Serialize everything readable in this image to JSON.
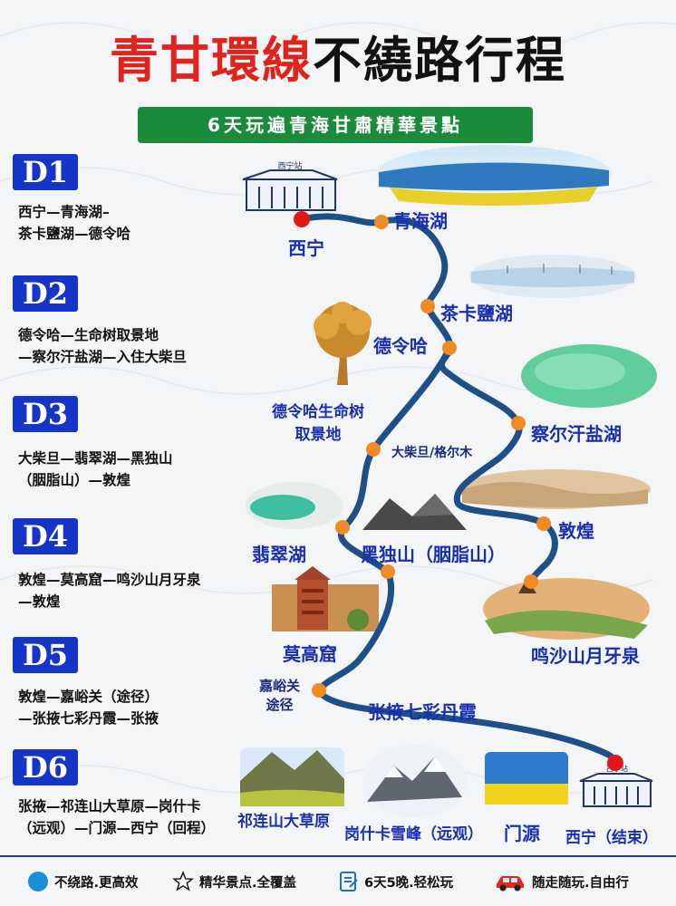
{
  "header": {
    "title_red": "青甘環線",
    "title_black": "不繞路行程",
    "subtitle": "6天玩遍青海甘肅精華景點"
  },
  "days": [
    {
      "badge": "D1",
      "lines": [
        "西宁—青海湖–",
        "茶卡鹽湖—德令哈"
      ]
    },
    {
      "badge": "D2",
      "lines": [
        "德令哈—生命树取景地",
        "—察尔汗盐湖—入住大柴旦"
      ]
    },
    {
      "badge": "D3",
      "lines": [
        "大柴旦—翡翠湖—黑独山",
        "（胭脂山）—敦煌"
      ]
    },
    {
      "badge": "D4",
      "lines": [
        "敦煌—莫高窟—鸣沙山月牙泉",
        "—敦煌"
      ]
    },
    {
      "badge": "D5",
      "lines": [
        "敦煌—嘉峪关（途径）",
        "—张掖七彩丹霞—张掖"
      ]
    },
    {
      "badge": "D6",
      "lines": [
        "张掖—祁连山大草原—岗什卡",
        "（远观）—门源—西宁（回程）"
      ]
    }
  ],
  "map": {
    "stops": {
      "xining": "西宁",
      "qinghaihu": "青海湖",
      "chaka": "茶卡鹽湖",
      "delingha": "德令哈",
      "tree_l1": "德令哈生命树",
      "tree_l2": "取景地",
      "chaerhan": "察尔汗盐湖",
      "dachaidan": "大柴旦/格尔木",
      "feicui": "翡翠湖",
      "heidushan": "黑独山（胭脂山）",
      "dunhuang": "敦煌",
      "mogao": "莫高窟",
      "mingsha": "鸣沙山月牙泉",
      "jiayu_l1": "嘉峪关",
      "jiayu_l2": "途径",
      "zhangye": "张掖七彩丹霞",
      "qilian": "祁连山大草原",
      "gangshika": "岗什卡雪峰（远观）",
      "menyuan": "门源",
      "xining_end": "西宁（结束）"
    },
    "station_sign_top": "西宁站",
    "station_sign_bottom": "西宁站",
    "colors": {
      "route": "#1e4f86",
      "stop": "#f08a24",
      "endpoint": "#e01818",
      "label": "#1a2fb0"
    }
  },
  "footer": [
    {
      "icon": "blue-dot-icon",
      "label": "不绕路.更高效"
    },
    {
      "icon": "star-icon",
      "label": "精华景点.全覆盖"
    },
    {
      "icon": "document-icon",
      "label": "6天5晚.轻松玩"
    },
    {
      "icon": "car-icon",
      "label": "随走随玩.自由行"
    }
  ]
}
